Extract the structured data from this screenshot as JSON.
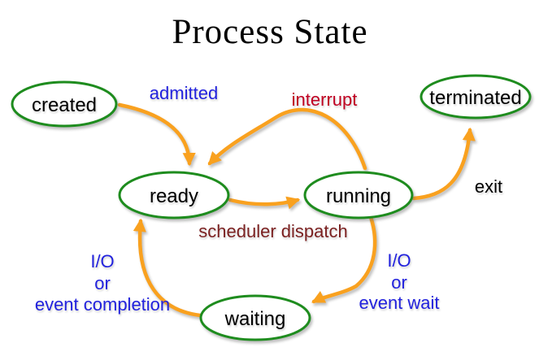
{
  "title": "Process State",
  "colors": {
    "background": "#FFFFFF",
    "ellipse_stroke": "#1E8C1E",
    "arrow": "#F9A11F",
    "state_text": "#000000",
    "title_text": "#000000",
    "blue_label": "#2222DD",
    "red_label": "#C00021",
    "maroon_label": "#7B2121",
    "black_label": "#000000"
  },
  "states": {
    "created": {
      "label": "created"
    },
    "ready": {
      "label": "ready"
    },
    "running": {
      "label": "running"
    },
    "waiting": {
      "label": "waiting"
    },
    "terminated": {
      "label": "terminated"
    }
  },
  "transitions": {
    "admitted": {
      "label": "admitted",
      "from": "created",
      "to": "ready"
    },
    "interrupt": {
      "label": "interrupt",
      "from": "running",
      "to": "ready"
    },
    "scheduler_dispatch": {
      "label": "scheduler dispatch",
      "from": "ready",
      "to": "running"
    },
    "exit": {
      "label": "exit",
      "from": "running",
      "to": "terminated"
    },
    "io_event_wait": {
      "lines": [
        "I/O",
        "or",
        "event wait"
      ],
      "from": "running",
      "to": "waiting"
    },
    "io_event_completion": {
      "lines": [
        "I/O",
        "or",
        "event completion"
      ],
      "from": "waiting",
      "to": "ready"
    }
  }
}
